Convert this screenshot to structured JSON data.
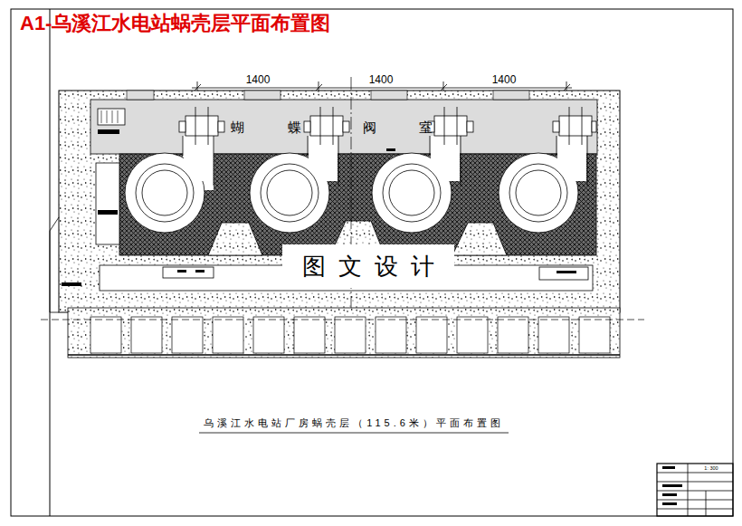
{
  "diagram": {
    "title": "A1-乌溪江水电站蜗壳层平面布置图",
    "caption": "乌溪江水电站厂房蜗壳层（115.6米）平面布置图",
    "nodes": [
      {
        "text": [
          "图文设计"
        ]
      }
    ],
    "labels": [
      "1400",
      "1400",
      "1400",
      "蝴",
      "蝶",
      "阀",
      "室",
      "1: 300"
    ]
  }
}
